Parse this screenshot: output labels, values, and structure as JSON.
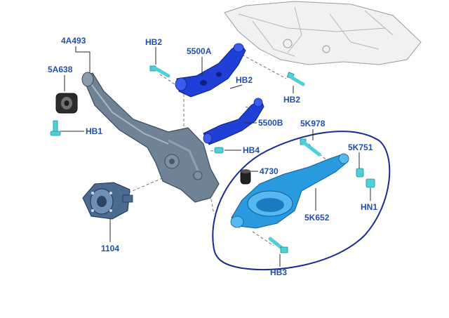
{
  "colors": {
    "label": "#1f4fb0",
    "link_blue": "#1f3fd6",
    "knuckle_gray": "#6f8296",
    "lower_arm_blue": "#2a9ae0",
    "fastener_cyan": "#4fd0d8",
    "circle_outline": "#1a2a8f"
  },
  "labels": {
    "trailing_arm": "4A493",
    "bushing": "5A638",
    "bolt_hb1": "HB1",
    "bolt_hb2_top": "HB2",
    "upper_arm_a": "5500A",
    "bolt_hb2_mid": "HB2",
    "bolt_hb2_right": "HB2",
    "upper_arm_b": "5500B",
    "bolt_hb4": "HB4",
    "bolt_5k978": "5K978",
    "bolt_5k751": "5K751",
    "part_4730": "4730",
    "nut_hn1": "HN1",
    "lower_arm": "5K652",
    "hub": "1104",
    "bolt_hb3": "HB3"
  }
}
